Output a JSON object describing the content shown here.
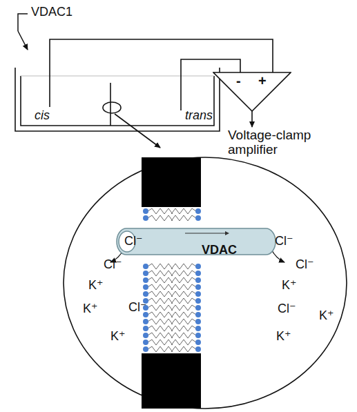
{
  "diagram": {
    "nodes": [
      {
        "text": [
          "-",
          "+"
        ]
      },
      {
        "text": [
          "VDAC"
        ]
      }
    ],
    "labels": [
      "VDAC1",
      "cis",
      "trans",
      "Voltage-clamp amplifier",
      "Cl⁻",
      "Cl⁻",
      "K⁺",
      "K⁺",
      "Cl⁻",
      "K⁺",
      "Cl⁻",
      "Cl⁻",
      "K⁺",
      "Cl⁻",
      "K⁺",
      "K⁺"
    ]
  }
}
